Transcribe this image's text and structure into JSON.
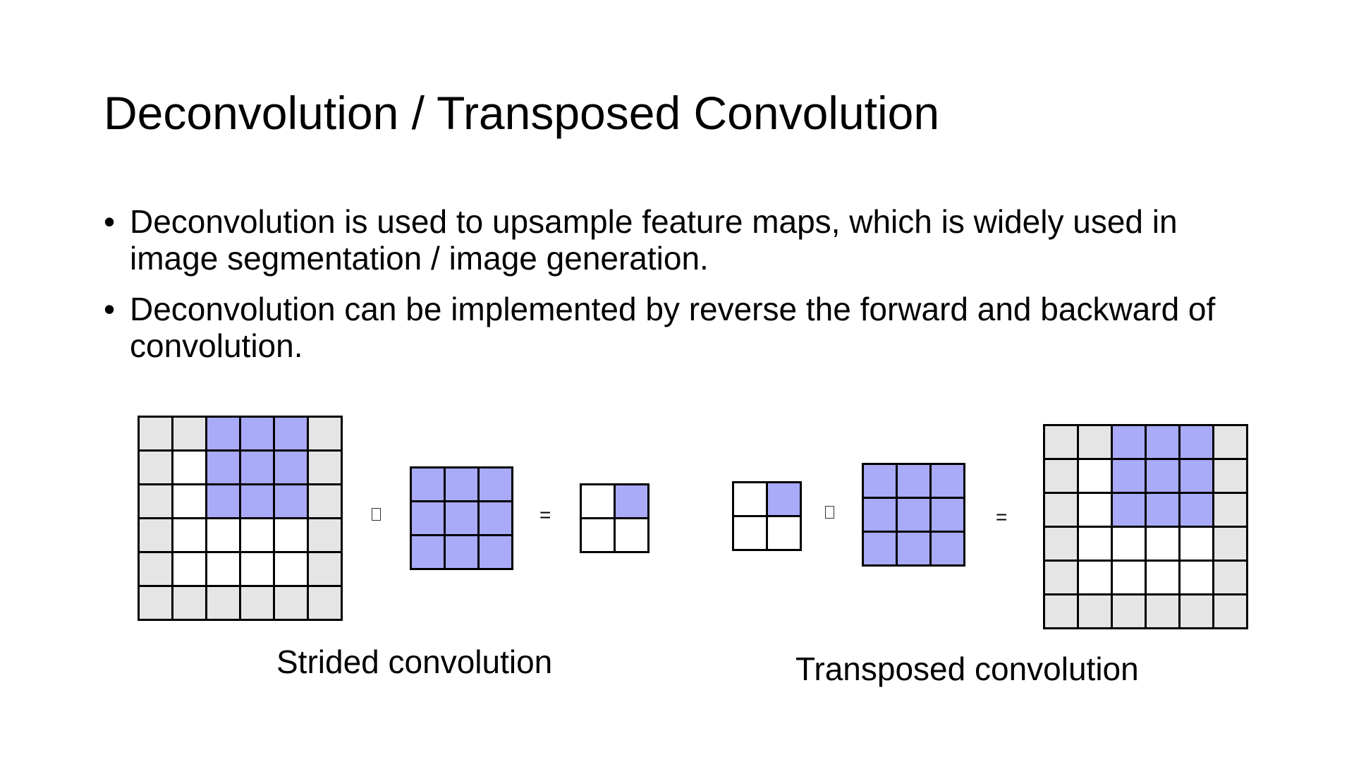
{
  "slide": {
    "title": "Deconvolution / Transposed Convolution",
    "bullets": [
      "Deconvolution is used to upsample feature maps, which is widely used in image segmentation / image generation.",
      "Deconvolution can be implemented by reverse the forward and backward of convolution."
    ],
    "bullet_glyph": "•"
  },
  "diagram": {
    "colors": {
      "white": "#ffffff",
      "gray": "#e5e5e5",
      "blue": "#a9aaf8"
    },
    "operator_symbol": "missing-glyph-box",
    "equals": "=",
    "strided": {
      "caption": "Strided convolution",
      "input": [
        [
          1,
          1,
          2,
          2,
          2,
          1
        ],
        [
          1,
          0,
          2,
          2,
          2,
          1
        ],
        [
          1,
          0,
          2,
          2,
          2,
          1
        ],
        [
          1,
          0,
          0,
          0,
          0,
          1
        ],
        [
          1,
          0,
          0,
          0,
          0,
          1
        ],
        [
          1,
          1,
          1,
          1,
          1,
          1
        ]
      ],
      "kernel": [
        [
          2,
          2,
          2
        ],
        [
          2,
          2,
          2
        ],
        [
          2,
          2,
          2
        ]
      ],
      "output": [
        [
          0,
          2
        ],
        [
          0,
          0
        ]
      ]
    },
    "transposed": {
      "caption": "Transposed convolution",
      "input": [
        [
          0,
          2
        ],
        [
          0,
          0
        ]
      ],
      "kernel": [
        [
          2,
          2,
          2
        ],
        [
          2,
          2,
          2
        ],
        [
          2,
          2,
          2
        ]
      ],
      "output": [
        [
          1,
          1,
          2,
          2,
          2,
          1
        ],
        [
          1,
          0,
          2,
          2,
          2,
          1
        ],
        [
          1,
          0,
          2,
          2,
          2,
          1
        ],
        [
          1,
          0,
          0,
          0,
          0,
          1
        ],
        [
          1,
          0,
          0,
          0,
          0,
          1
        ],
        [
          1,
          1,
          1,
          1,
          1,
          1
        ]
      ]
    }
  }
}
